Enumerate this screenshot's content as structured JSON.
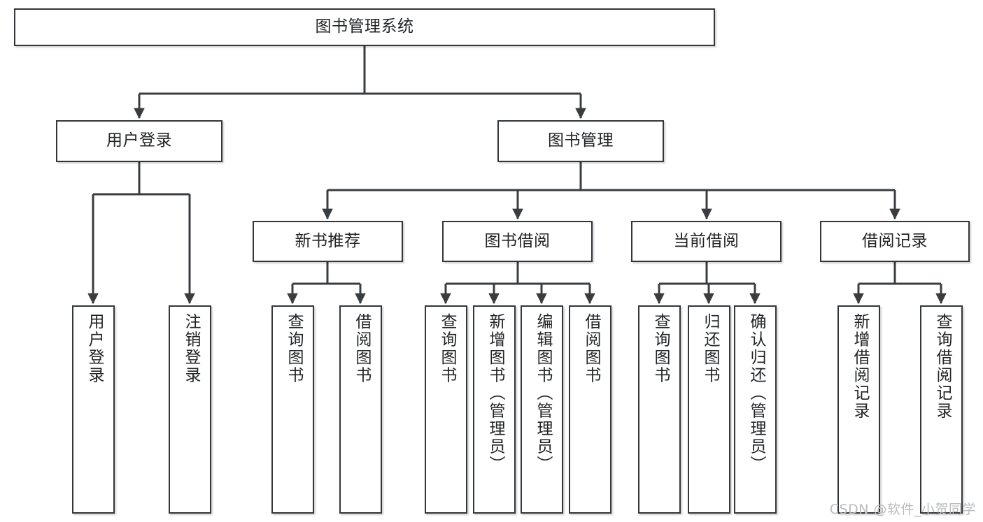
{
  "diagram": {
    "type": "hierarchy-tree",
    "title": "图书管理系统",
    "orientation": "top-down",
    "colors": {
      "box_border": "#33373a",
      "box_fill": "#ffffff",
      "connector": "#3a3d40",
      "text": "#222426",
      "watermark": "#b9bbbd",
      "background": "#ffffff"
    },
    "root": {
      "id": "root",
      "label": "图书管理系统",
      "text_orientation": "horizontal"
    },
    "level2": [
      {
        "id": "user-login",
        "label": "用户登录",
        "text_orientation": "horizontal"
      },
      {
        "id": "book-management",
        "label": "图书管理",
        "text_orientation": "horizontal"
      }
    ],
    "level3": [
      {
        "id": "new-book-recommend",
        "label": "新书推荐",
        "parent": "book-management",
        "text_orientation": "horizontal"
      },
      {
        "id": "book-borrow",
        "label": "图书借阅",
        "parent": "book-management",
        "text_orientation": "horizontal"
      },
      {
        "id": "current-borrow",
        "label": "当前借阅",
        "parent": "book-management",
        "text_orientation": "horizontal"
      },
      {
        "id": "borrow-record",
        "label": "借阅记录",
        "parent": "book-management",
        "text_orientation": "horizontal"
      }
    ],
    "leaves": [
      {
        "id": "leaf-user-login",
        "label": "用户登录",
        "parent": "user-login",
        "text_orientation": "vertical"
      },
      {
        "id": "leaf-logout",
        "label": "注销登录",
        "parent": "user-login",
        "text_orientation": "vertical"
      },
      {
        "id": "leaf-query-book-1",
        "label": "查询图书",
        "parent": "new-book-recommend",
        "text_orientation": "vertical"
      },
      {
        "id": "leaf-borrow-book-1",
        "label": "借阅图书",
        "parent": "new-book-recommend",
        "text_orientation": "vertical"
      },
      {
        "id": "leaf-query-book-2",
        "label": "查询图书",
        "parent": "book-borrow",
        "text_orientation": "vertical"
      },
      {
        "id": "leaf-add-book",
        "label": "新增图书（管理员）",
        "parent": "book-borrow",
        "text_orientation": "vertical"
      },
      {
        "id": "leaf-edit-book",
        "label": "编辑图书（管理员）",
        "parent": "book-borrow",
        "text_orientation": "vertical"
      },
      {
        "id": "leaf-borrow-book-2",
        "label": "借阅图书",
        "parent": "book-borrow",
        "text_orientation": "vertical"
      },
      {
        "id": "leaf-query-book-3",
        "label": "查询图书",
        "parent": "current-borrow",
        "text_orientation": "vertical"
      },
      {
        "id": "leaf-return-book",
        "label": "归还图书",
        "parent": "current-borrow",
        "text_orientation": "vertical"
      },
      {
        "id": "leaf-confirm-return",
        "label": "确认归还（管理员）",
        "parent": "current-borrow",
        "text_orientation": "vertical"
      },
      {
        "id": "leaf-add-record",
        "label": "新增借阅记录",
        "parent": "borrow-record",
        "text_orientation": "vertical"
      },
      {
        "id": "leaf-query-record",
        "label": "查询借阅记录",
        "parent": "borrow-record",
        "text_orientation": "vertical"
      }
    ],
    "watermark": "CSDN @软件_小贺同学"
  }
}
